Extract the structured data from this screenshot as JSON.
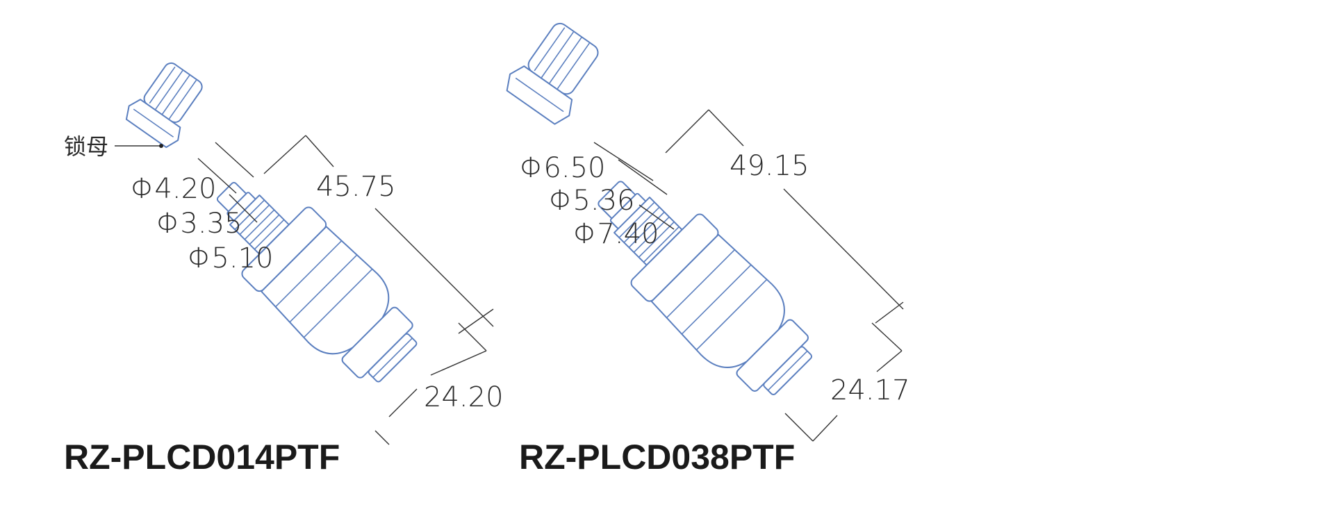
{
  "colors": {
    "outline": "#5b7fbf",
    "dimension_line": "#333333",
    "text": "#1a1a1a"
  },
  "left_fitting": {
    "model": "RZ-PLCD014PTF",
    "callout_label": "锁母",
    "dims": {
      "d1": "Φ4.20",
      "d2": "Φ3.35",
      "d3": "Φ5.10",
      "length": "45.75",
      "width": "24.20"
    }
  },
  "right_fitting": {
    "model": "RZ-PLCD038PTF",
    "dims": {
      "d1": "Φ6.50",
      "d2": "Φ5.36",
      "d3": "Φ7.40",
      "length": "49.15",
      "width": "24.17"
    }
  }
}
